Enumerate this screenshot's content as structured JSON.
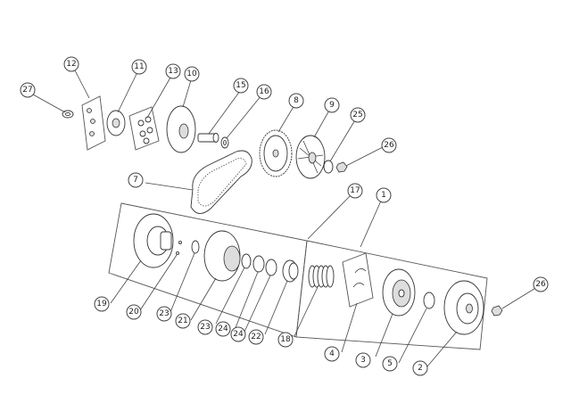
{
  "colors": {
    "line": "#444444",
    "fill": "#ffffff",
    "shade": "#dddddd"
  },
  "callouts": [
    {
      "id": "c12",
      "label": "12"
    },
    {
      "id": "c11",
      "label": "11"
    },
    {
      "id": "c13",
      "label": "13"
    },
    {
      "id": "c10",
      "label": "10"
    },
    {
      "id": "c27",
      "label": "27"
    },
    {
      "id": "c15",
      "label": "15"
    },
    {
      "id": "c16",
      "label": "16"
    },
    {
      "id": "c8",
      "label": "8"
    },
    {
      "id": "c9",
      "label": "9"
    },
    {
      "id": "c25",
      "label": "25"
    },
    {
      "id": "c26a",
      "label": "26"
    },
    {
      "id": "c7",
      "label": "7"
    },
    {
      "id": "c17",
      "label": "17"
    },
    {
      "id": "c1",
      "label": "1"
    },
    {
      "id": "c26b",
      "label": "26"
    },
    {
      "id": "c19",
      "label": "19"
    },
    {
      "id": "c20",
      "label": "20"
    },
    {
      "id": "c23a",
      "label": "23"
    },
    {
      "id": "c21",
      "label": "21"
    },
    {
      "id": "c23b",
      "label": "23"
    },
    {
      "id": "c24a",
      "label": "24"
    },
    {
      "id": "c24b",
      "label": "24"
    },
    {
      "id": "c22",
      "label": "22"
    },
    {
      "id": "c18",
      "label": "18"
    },
    {
      "id": "c4",
      "label": "4"
    },
    {
      "id": "c3",
      "label": "3"
    },
    {
      "id": "c5",
      "label": "5"
    },
    {
      "id": "c2",
      "label": "2"
    }
  ]
}
